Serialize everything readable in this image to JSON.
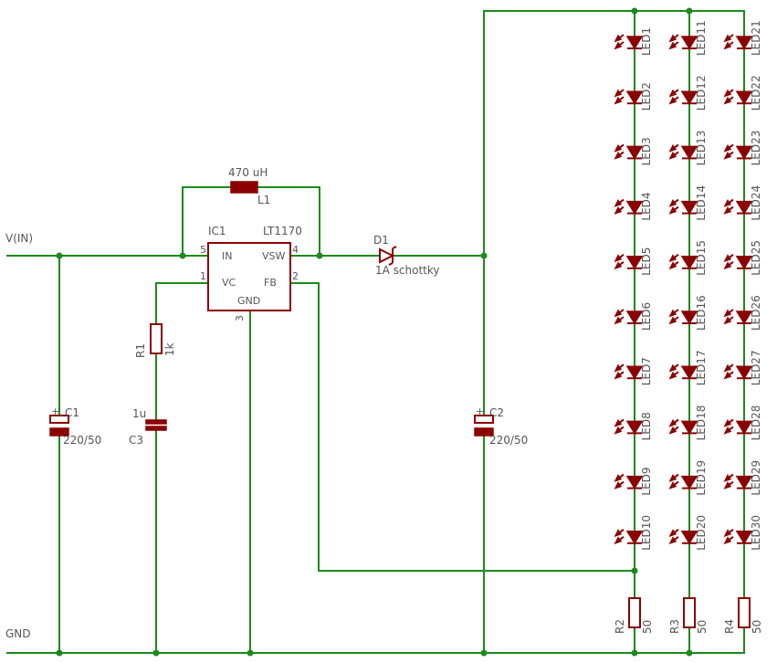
{
  "net_labels": {
    "vin": "V(IN)",
    "gnd": "GND"
  },
  "inductor": {
    "name": "L1",
    "value": "470 uH"
  },
  "ic": {
    "name": "IC1",
    "part": "LT1170",
    "pins": {
      "in": {
        "label": "IN",
        "num": "5"
      },
      "vsw": {
        "label": "VSW",
        "num": "4"
      },
      "vc": {
        "label": "VC",
        "num": "1"
      },
      "fb": {
        "label": "FB",
        "num": "2"
      },
      "gnd": {
        "label": "GND",
        "num": "3"
      }
    }
  },
  "diode": {
    "name": "D1",
    "value": "1A schottky"
  },
  "capacitors": {
    "c1": {
      "name": "C1",
      "value": "220/50"
    },
    "c2": {
      "name": "C2",
      "value": "220/50"
    },
    "c3": {
      "name": "C3",
      "value": "1u"
    }
  },
  "resistors": {
    "r1": {
      "name": "R1",
      "value": "1k"
    },
    "r2": {
      "name": "R2",
      "value": "50"
    },
    "r3": {
      "name": "R3",
      "value": "50"
    },
    "r4": {
      "name": "R4",
      "value": "50"
    }
  },
  "led_columns": [
    {
      "leds": [
        "LED1",
        "LED2",
        "LED3",
        "LED4",
        "LED5",
        "LED6",
        "LED7",
        "LED8",
        "LED9",
        "LED10"
      ]
    },
    {
      "leds": [
        "LED11",
        "LED12",
        "LED13",
        "LED14",
        "LED15",
        "LED16",
        "LED17",
        "LED18",
        "LED19",
        "LED20"
      ]
    },
    {
      "leds": [
        "LED21",
        "LED22",
        "LED23",
        "LED24",
        "LED25",
        "LED26",
        "LED27",
        "LED28",
        "LED29",
        "LED30"
      ]
    }
  ],
  "colors": {
    "wire": "#1c8a1c",
    "component": "#8b0000",
    "label": "#555555"
  }
}
